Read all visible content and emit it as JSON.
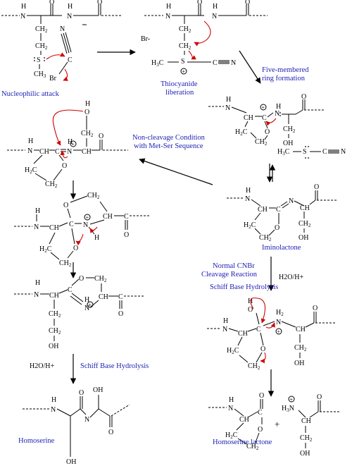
{
  "labels": {
    "nucleophilic_attack": "Nucleophilic attack",
    "thiocyanide_liberation": [
      "Thiocyanide",
      "liberation"
    ],
    "five_membered_ring": [
      "Five-membered",
      "ring formation"
    ],
    "non_cleavage": [
      "Non-cleavage Condition",
      "with Met-Ser Sequence"
    ],
    "iminolactone": "Iminolactone",
    "normal_cnbr": [
      "Normal CNBr",
      "Cleavage Reaction"
    ],
    "schiff_right": "Schiff Base Hydrolysis",
    "schiff_left": "Schiff Base Hydrolysis",
    "homoserine": "Homoserine",
    "homoserine_lactone": "Homoserine lactone"
  },
  "reagents": {
    "acid_water_left": "H2O/H+",
    "acid_water_right": "H2O/H+",
    "bromide": "Br-",
    "plus": "+"
  },
  "atoms": {
    "H": "H",
    "N": "N",
    "O": "O",
    "S": "S",
    "OH": "OH",
    "Br": "Br",
    "CH2": "CH",
    "CH": "CH",
    "C": "C",
    "CH3": "CH",
    "H3C": "H",
    "H3N": "H",
    "CN": "C",
    "N_plus": "N",
    "two": "2",
    "three": "3",
    "plus_sup": "+"
  },
  "colors": {
    "label": "#2121b5",
    "curved_arrow": "#d00000",
    "structure": "#000000"
  }
}
